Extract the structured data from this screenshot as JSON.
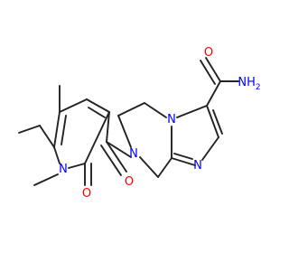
{
  "molecule": {
    "atoms": {
      "amide_oxygen": "O",
      "amide_nitrogen": "NH",
      "amide_nitrogen_sub": "2",
      "imidazole_n_bridge": "N",
      "imidazole_n_ring": "N",
      "piperazine_n": "N",
      "carbonyl_o_link": "O",
      "pyridone_o": "O",
      "pyridone_n": "N"
    },
    "colors": {
      "bond": "#222222",
      "oxygen": "#ff0000",
      "nitrogen": "#0000ff"
    }
  }
}
